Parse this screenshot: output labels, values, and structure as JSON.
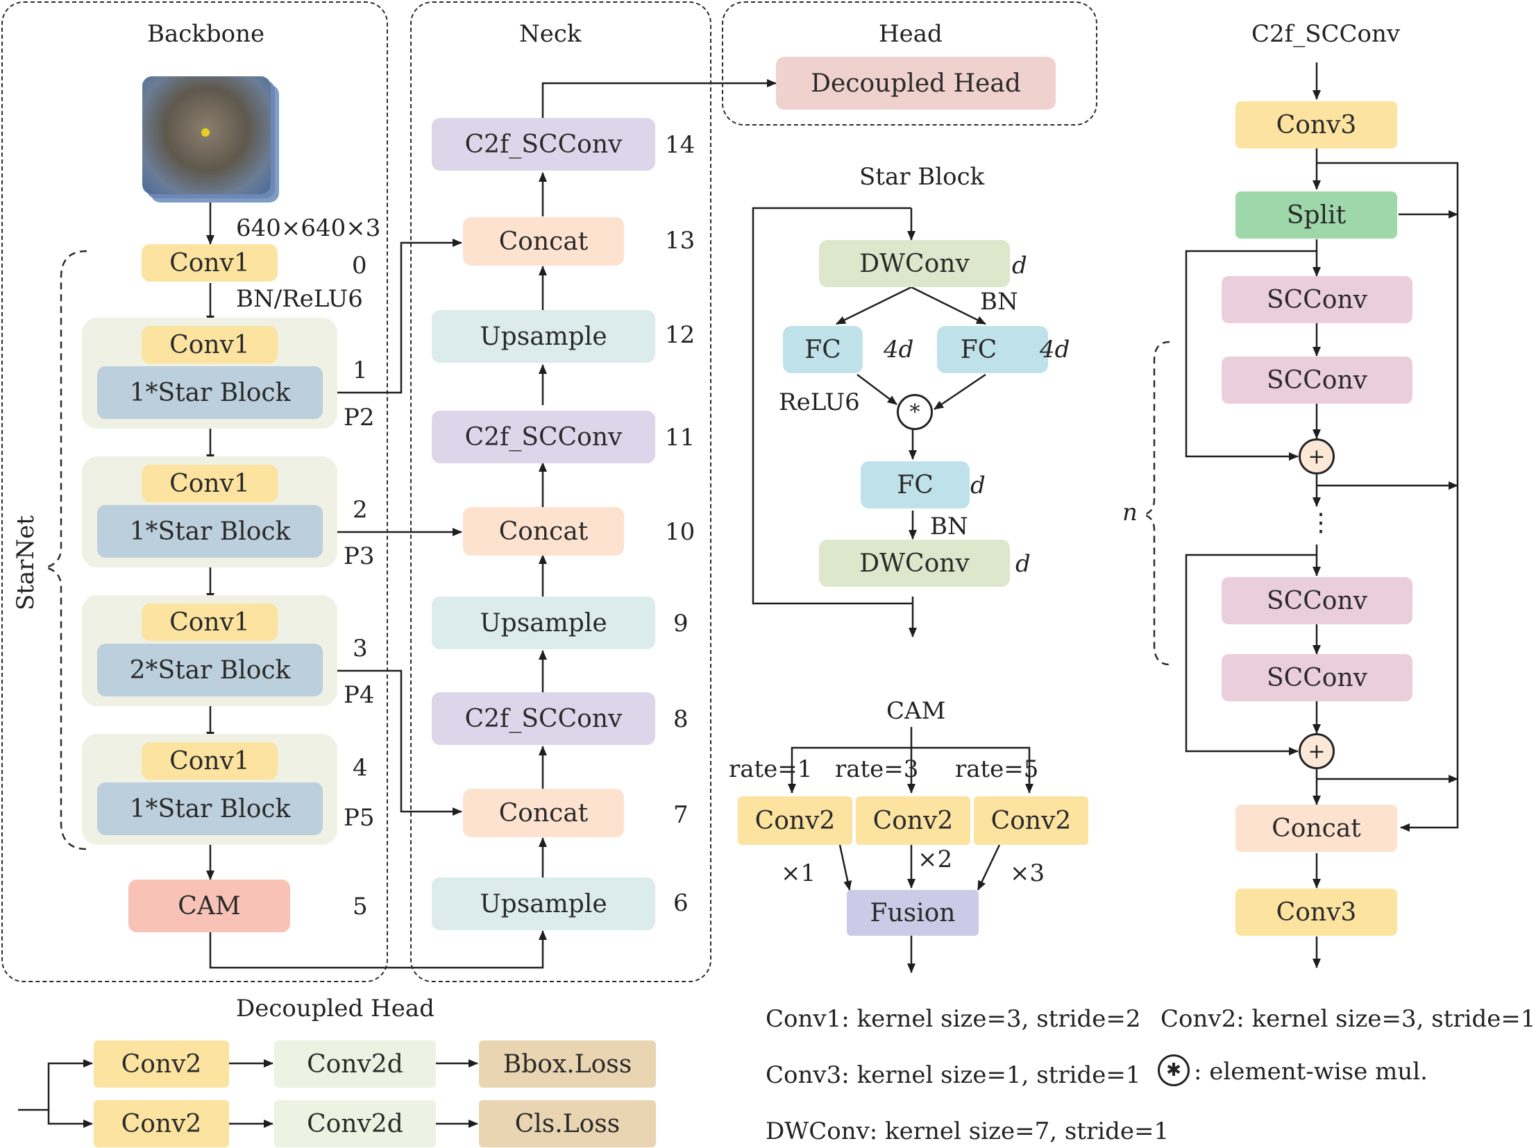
{
  "sections": {
    "backbone": "Backbone",
    "neck": "Neck",
    "head": "Head",
    "c2f": "C2f_SCConv",
    "starnet": "StarNet"
  },
  "backbone": {
    "input_size": "640×640×3",
    "conv1": "Conv1",
    "bn_relu": "BN/ReLU6",
    "stages": [
      {
        "conv": "Conv1",
        "block": "1*Star Block",
        "idx": "1",
        "p": "P2"
      },
      {
        "conv": "Conv1",
        "block": "1*Star Block",
        "idx": "2",
        "p": "P3"
      },
      {
        "conv": "Conv1",
        "block": "2*Star Block",
        "idx": "3",
        "p": "P4"
      },
      {
        "conv": "Conv1",
        "block": "1*Star Block",
        "idx": "4",
        "p": "P5"
      }
    ],
    "idx0": "0",
    "cam": "CAM",
    "idx5": "5"
  },
  "neck": {
    "nodes": [
      {
        "label": "C2f_SCConv",
        "idx": "14"
      },
      {
        "label": "Concat",
        "idx": "13"
      },
      {
        "label": "Upsample",
        "idx": "12"
      },
      {
        "label": "C2f_SCConv",
        "idx": "11"
      },
      {
        "label": "Concat",
        "idx": "10"
      },
      {
        "label": "Upsample",
        "idx": "9"
      },
      {
        "label": "C2f_SCConv",
        "idx": "8"
      },
      {
        "label": "Concat",
        "idx": "7"
      },
      {
        "label": "Upsample",
        "idx": "6"
      }
    ]
  },
  "head": {
    "decoupled": "Decoupled Head"
  },
  "star_block": {
    "title": "Star Block",
    "dwconv": "DWConv",
    "fc": "FC",
    "d": "d",
    "four_d": "4d",
    "bn": "BN",
    "relu6": "ReLU6",
    "star": "*"
  },
  "cam": {
    "title": "CAM",
    "rates": [
      "rate=1",
      "rate=3",
      "rate=5"
    ],
    "conv2": "Conv2",
    "mults": [
      "×1",
      "×2",
      "×3"
    ],
    "fusion": "Fusion"
  },
  "c2f": {
    "conv3": "Conv3",
    "split": "Split",
    "scconv": "SCConv",
    "plus": "+",
    "n": "n",
    "dots": "⋮",
    "concat": "Concat"
  },
  "decoupled_head": {
    "title": "Decoupled Head",
    "rows": [
      {
        "conv2": "Conv2",
        "conv2d": "Conv2d",
        "loss": "Bbox.Loss"
      },
      {
        "conv2": "Conv2",
        "conv2d": "Conv2d",
        "loss": "Cls.Loss"
      }
    ]
  },
  "legend": {
    "conv1": "Conv1:  kernel size=3, stride=2",
    "conv3": "Conv3:  kernel size=1, stride=1",
    "dwconv": "DWConv:  kernel size=7, stride=1",
    "conv2": "Conv2:  kernel size=3, stride=1",
    "mul": ": element-wise mul.",
    "mul_symbol": "✱"
  }
}
